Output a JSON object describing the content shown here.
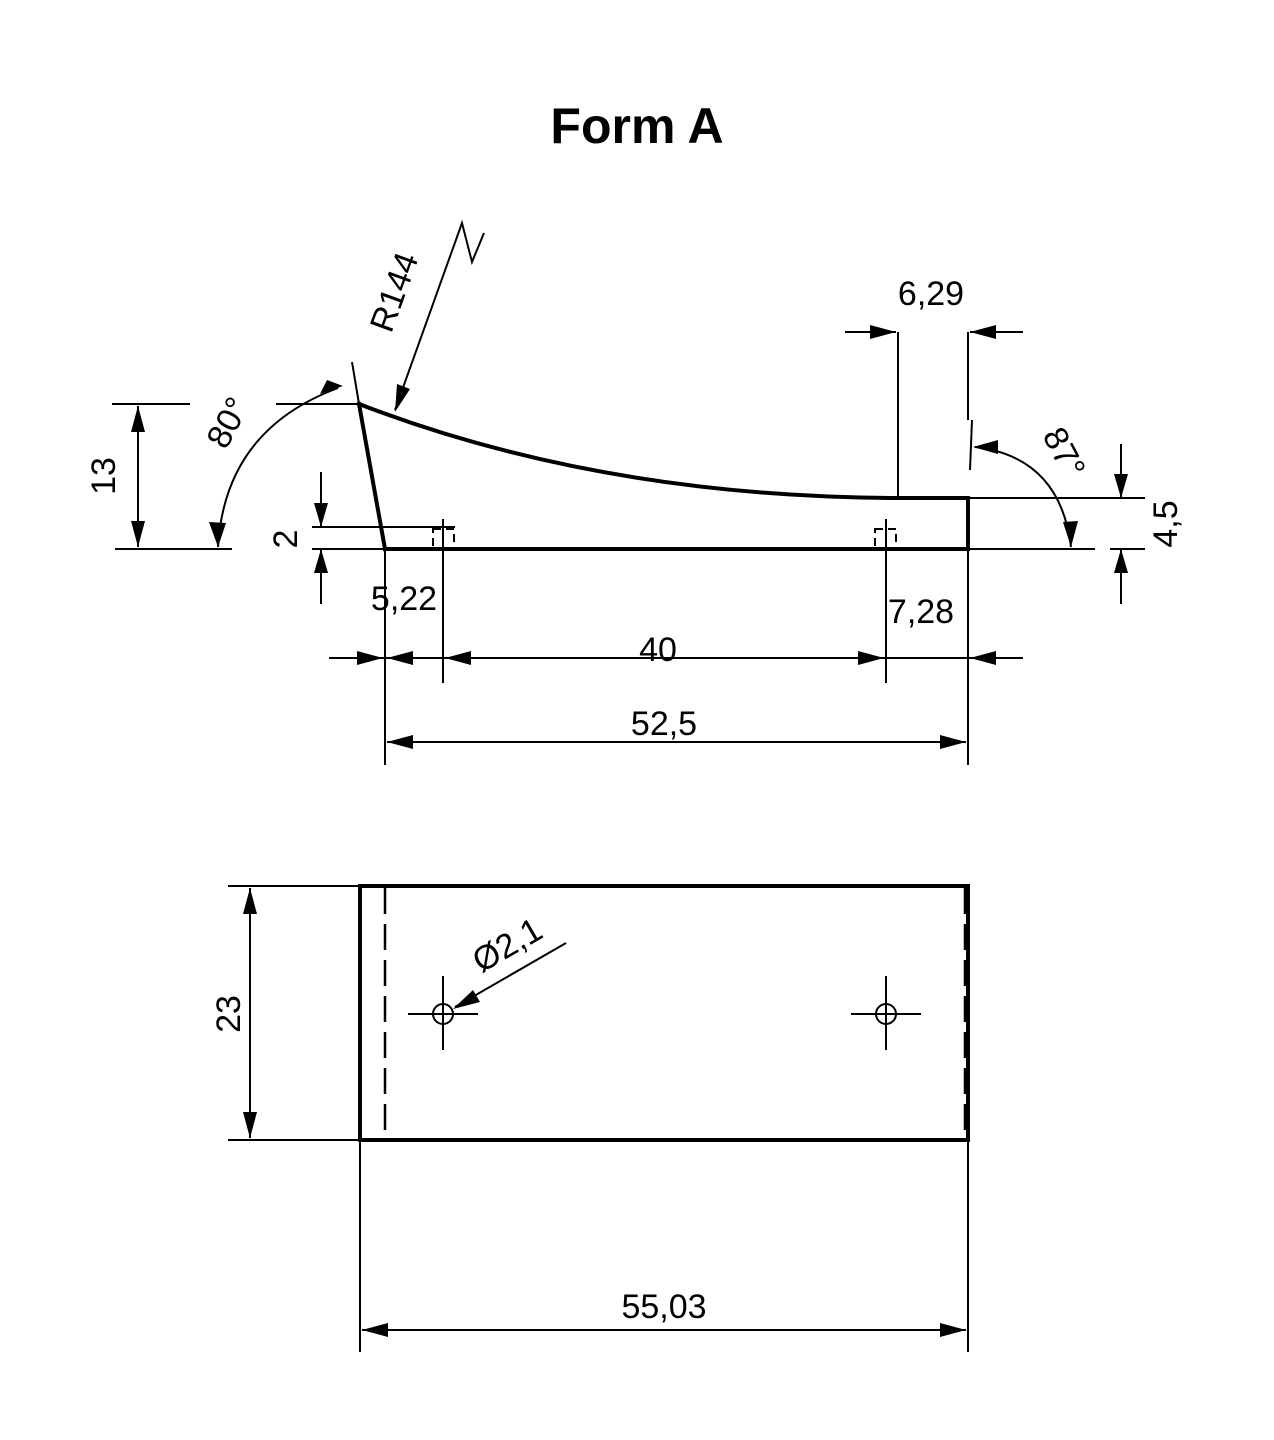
{
  "title": "Form A",
  "side_view": {
    "dimensions": {
      "height_13": "13",
      "height_2": "2",
      "angle_left": "80°",
      "radius": "R144",
      "width_6_29": "6,29",
      "angle_right": "87°",
      "height_4_5": "4,5",
      "offset_5_22": "5,22",
      "offset_7_28": "7,28",
      "span_40": "40",
      "length_52_5": "52,5"
    }
  },
  "top_view": {
    "dimensions": {
      "width_23": "23",
      "hole_diameter": "Ø2,1",
      "length_55_03": "55,03"
    }
  }
}
